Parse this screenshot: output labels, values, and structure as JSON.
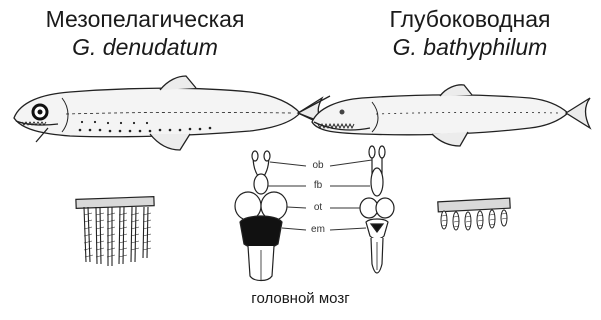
{
  "left": {
    "zone": "Мезопелагическая",
    "species": "G. denudatum"
  },
  "right": {
    "zone": "Глубоководная",
    "species": "G. bathyphilum"
  },
  "brain_labels": [
    "ob",
    "fb",
    "ot",
    "em"
  ],
  "caption": "головной мозг"
}
